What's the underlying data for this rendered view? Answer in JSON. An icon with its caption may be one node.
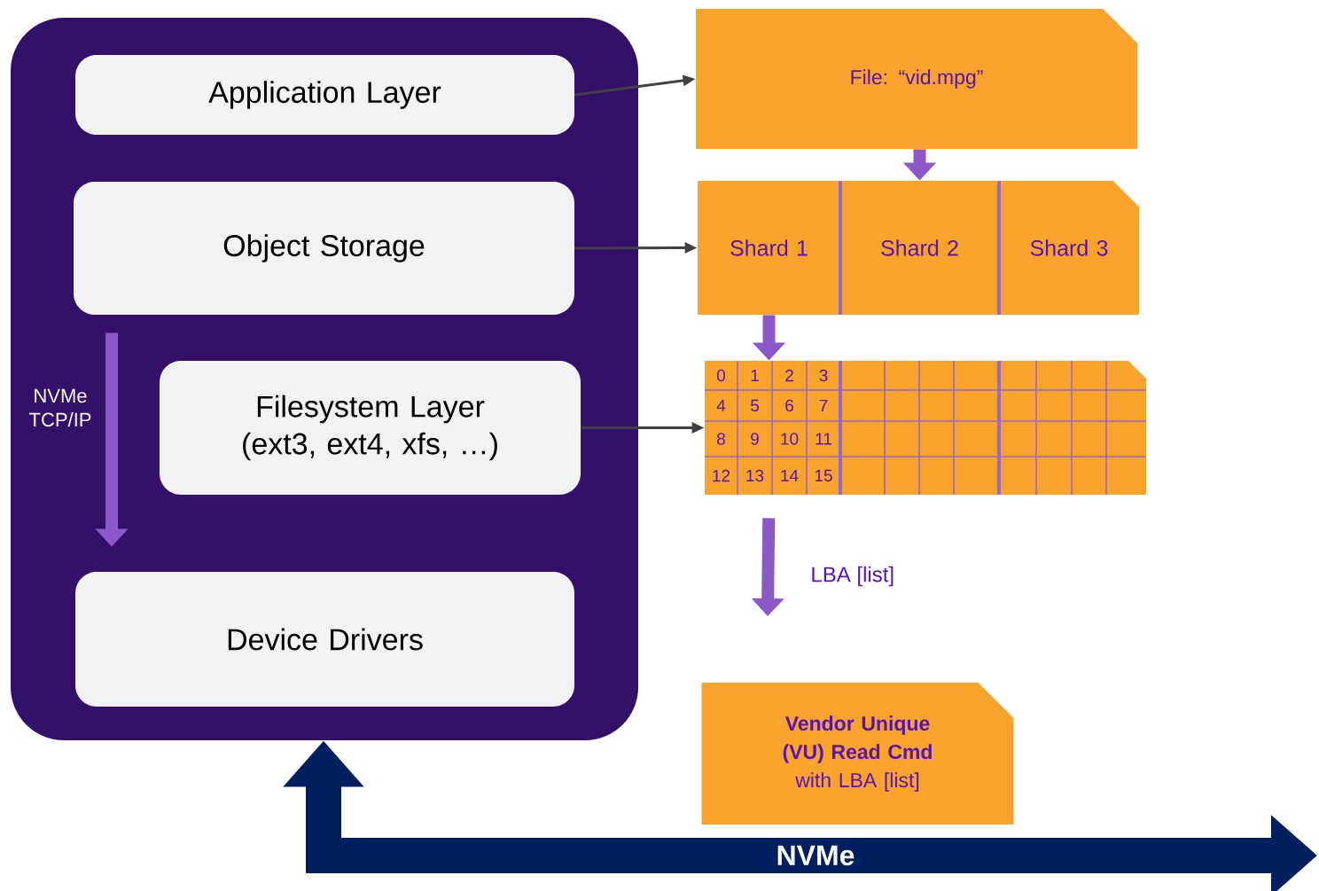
{
  "diagram": {
    "nodes": [
      {
        "text": [],
        "shape": "box"
      },
      {
        "text": [
          "Application Layer"
        ],
        "in": 0
      },
      {
        "text": [
          "Object Storage"
        ],
        "in": 0
      },
      {
        "text": [
          "Filesystem Layer",
          "(ext3, ext4, xfs, …)"
        ],
        "in": 0
      },
      {
        "text": [
          "Device Drivers"
        ],
        "in": 0
      },
      {
        "text": [
          "File: “vid.mpg”"
        ]
      },
      {
        "text": [
          "Shard 1"
        ]
      },
      {
        "text": [
          "Shard 2"
        ]
      },
      {
        "text": [
          "Shard 3"
        ]
      },
      {
        "text": [],
        "shape": "box"
      },
      {
        "text": [
          "Vendor Unique (VU) Read Cmd",
          "with LBA [list]"
        ]
      }
    ],
    "edges": [
      {
        "from": 1,
        "to": 5,
        "arrow": "to",
        "color": "#404040"
      },
      {
        "from": 2,
        "to": 6,
        "arrow": "to",
        "color": "#404040"
      },
      {
        "from": 3,
        "to": 9,
        "arrow": "to",
        "color": "#404040"
      },
      {
        "from": 5,
        "to": 7,
        "arrow": "to"
      },
      {
        "from": 6,
        "to": 9,
        "arrow": "to"
      },
      {
        "from": 9,
        "to": null,
        "arrow": "to",
        "label": "LBA [list]"
      },
      {
        "from": 2,
        "to": 4,
        "arrow": "to",
        "label": "NVMe TCP/IP"
      },
      {
        "from": 0,
        "to": null,
        "arrow": "both",
        "style": "thick",
        "color": "#001f5f",
        "label": "NVMe"
      }
    ],
    "labels": [
      "0",
      "1",
      "2",
      "3",
      "4",
      "5",
      "6",
      "7",
      "8",
      "9",
      "10",
      "11",
      "12",
      "13",
      "14",
      "15"
    ]
  }
}
